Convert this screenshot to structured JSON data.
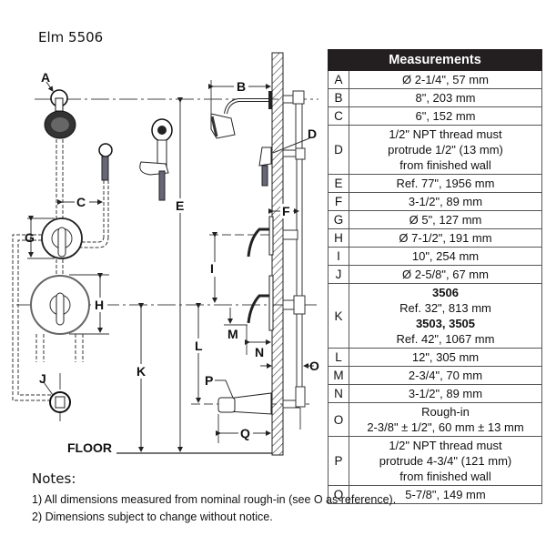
{
  "title": "Elm 5506",
  "diagram": {
    "labels": [
      "A",
      "B",
      "C",
      "D",
      "E",
      "F",
      "G",
      "H",
      "I",
      "J",
      "K",
      "L",
      "M",
      "N",
      "O",
      "P",
      "Q"
    ],
    "floor_label": "FLOOR"
  },
  "table": {
    "header": "Measurements",
    "rows": [
      {
        "key": "A",
        "lines": [
          {
            "text": "Ø 2-1/4\", 57 mm"
          }
        ]
      },
      {
        "key": "B",
        "lines": [
          {
            "text": "8\", 203 mm"
          }
        ]
      },
      {
        "key": "C",
        "lines": [
          {
            "text": "6\", 152 mm"
          }
        ]
      },
      {
        "key": "D",
        "lines": [
          {
            "text": "1/2\" NPT thread must"
          },
          {
            "text": "protrude 1/2\" (13 mm)"
          },
          {
            "text": "from finished wall"
          }
        ]
      },
      {
        "key": "E",
        "lines": [
          {
            "text": "Ref. 77\", 1956 mm"
          }
        ]
      },
      {
        "key": "F",
        "lines": [
          {
            "text": "3-1/2\", 89 mm"
          }
        ]
      },
      {
        "key": "G",
        "lines": [
          {
            "text": "Ø 5\", 127 mm"
          }
        ]
      },
      {
        "key": "H",
        "lines": [
          {
            "text": "Ø 7-1/2\", 191 mm"
          }
        ]
      },
      {
        "key": "I",
        "lines": [
          {
            "text": "10\", 254 mm"
          }
        ]
      },
      {
        "key": "J",
        "lines": [
          {
            "text": "Ø 2-5/8\", 67 mm"
          }
        ]
      },
      {
        "key": "K",
        "lines": [
          {
            "text": "3506",
            "bold": true
          },
          {
            "text": "Ref. 32\", 813 mm"
          },
          {
            "text": "3503, 3505",
            "bold": true
          },
          {
            "text": "Ref. 42\", 1067 mm"
          }
        ]
      },
      {
        "key": "L",
        "lines": [
          {
            "text": "12\", 305 mm"
          }
        ]
      },
      {
        "key": "M",
        "lines": [
          {
            "text": "2-3/4\", 70 mm"
          }
        ]
      },
      {
        "key": "N",
        "lines": [
          {
            "text": "3-1/2\", 89 mm"
          }
        ]
      },
      {
        "key": "O",
        "lines": [
          {
            "text": "Rough-in"
          },
          {
            "text": "2-3/8\" ± 1/2\", 60 mm ± 13 mm"
          }
        ]
      },
      {
        "key": "P",
        "lines": [
          {
            "text": "1/2\" NPT thread must"
          },
          {
            "text": "protrude 4-3/4\" (121 mm)"
          },
          {
            "text": "from finished wall"
          }
        ]
      },
      {
        "key": "Q",
        "lines": [
          {
            "text": "5-7/8\", 149 mm"
          }
        ]
      }
    ]
  },
  "notes": {
    "title": "Notes:",
    "items": [
      "1) All dimensions measured from nominal rough-in (see O as reference).",
      "2) Dimensions subject to change without notice."
    ]
  }
}
